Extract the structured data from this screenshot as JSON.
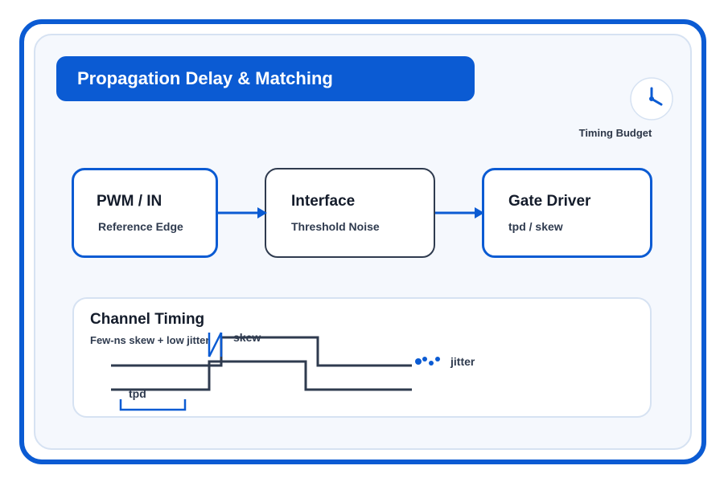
{
  "title": "Propagation Delay & Matching",
  "clock": {
    "icon": "clock-icon",
    "label": "Timing Budget"
  },
  "blocks": [
    {
      "title": "PWM / IN",
      "subtitle": "Reference Edge"
    },
    {
      "title": "Interface",
      "subtitle": "Threshold Noise"
    },
    {
      "title": "Gate Driver",
      "subtitle": "tpd / skew"
    }
  ],
  "timing": {
    "title": "Channel Timing",
    "subtitle": "Few-ns skew + low jitter",
    "labels": {
      "skew": "skew",
      "tpd": "tpd",
      "jitter": "jitter"
    }
  },
  "colors": {
    "accent": "#0b5bd3",
    "dark": "#2f3b4f",
    "panel": "#f5f8fd"
  }
}
